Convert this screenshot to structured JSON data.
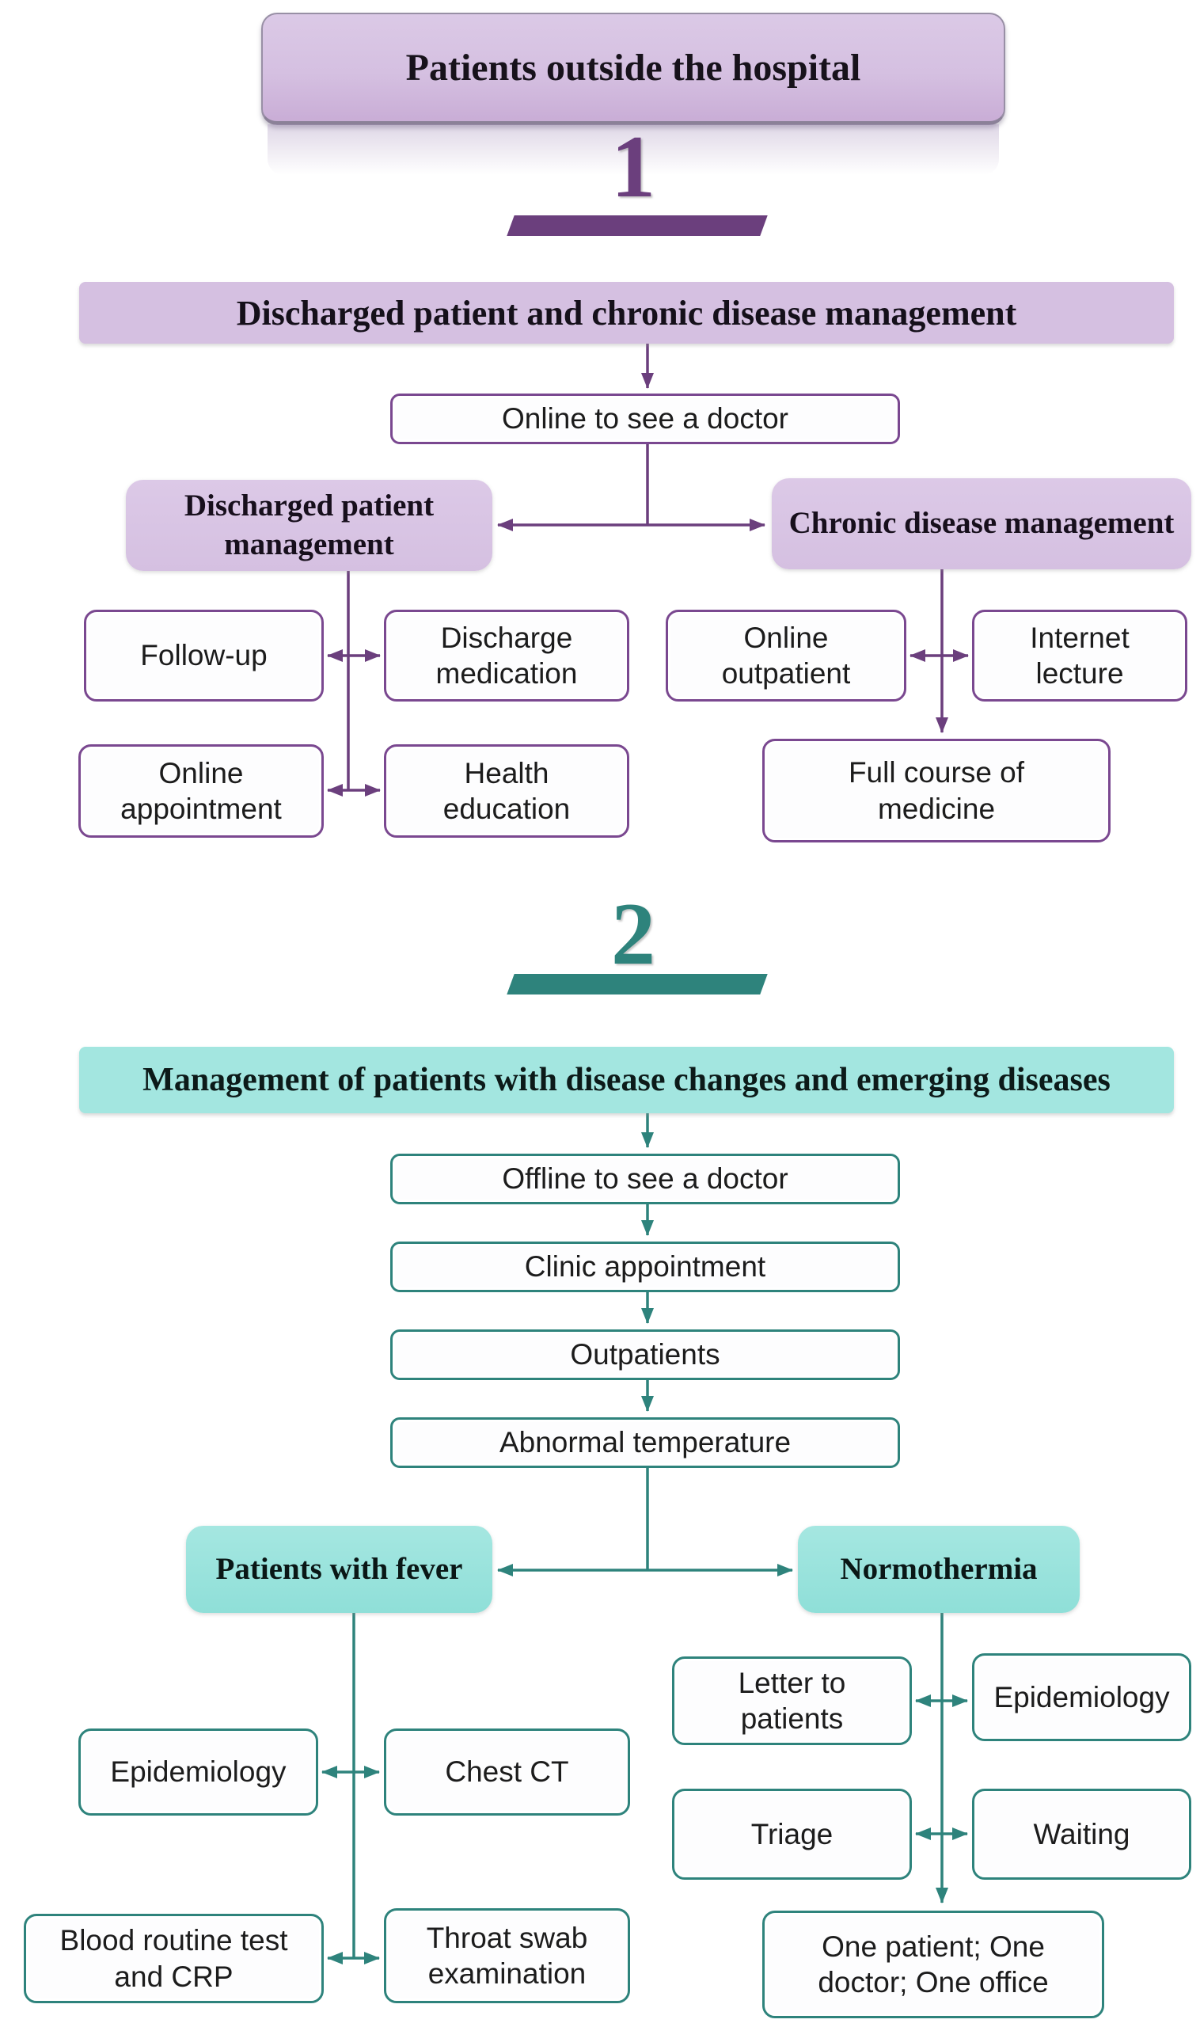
{
  "colors": {
    "purple_fill": "#d5c0e1",
    "purple_line": "#6b3f7d",
    "teal_fill": "#8fdfd8",
    "teal_banner": "#a3e6e0",
    "teal_line": "#2e837c"
  },
  "title": "Patients outside the hospital",
  "section1": {
    "number": "1",
    "banner": "Discharged patient and chronic disease management",
    "entry": "Online to see a doctor",
    "left_header": "Discharged patient management",
    "right_header": "Chronic disease management",
    "follow_up": "Follow-up",
    "discharge_medication": "Discharge medication",
    "online_outpatient": "Online outpatient",
    "internet_lecture": "Internet lecture",
    "online_appointment": "Online appointment",
    "health_education": "Health education",
    "full_course": "Full course of medicine"
  },
  "section2": {
    "number": "2",
    "banner": "Management of patients with disease changes and emerging diseases",
    "chain": [
      "Offline to see a doctor",
      "Clinic appointment",
      "Outpatients",
      "Abnormal temperature"
    ],
    "left_header": "Patients with fever",
    "right_header": "Normothermia",
    "epidemiology_left": "Epidemiology",
    "chest_ct": "Chest CT",
    "blood_routine": "Blood routine test and CRP",
    "throat_swab": "Throat swab examination",
    "letter_to_patients": "Letter to patients",
    "epidemiology_right": "Epidemiology",
    "triage": "Triage",
    "waiting": "Waiting",
    "one_patient": "One patient; One doctor; One office"
  }
}
